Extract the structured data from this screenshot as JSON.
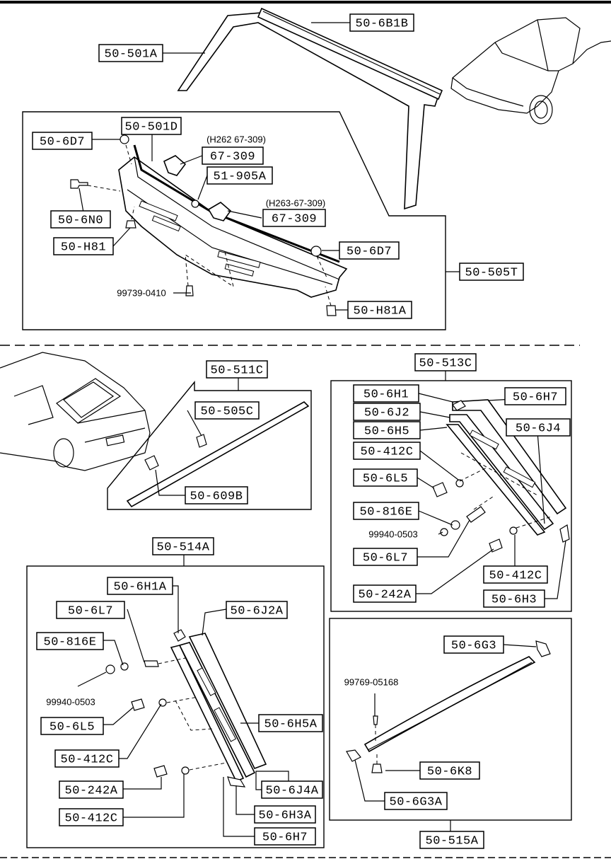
{
  "section_top": {
    "boxed_labels": {
      "l_50_6B1B": "50-6B1B",
      "l_50_501A": "50-501A",
      "l_50_501D": "50-501D",
      "l_50_6D7_a": "50-6D7",
      "l_67_309_a": "67-309",
      "l_51_905A": "51-905A",
      "l_67_309_b": "67-309",
      "l_50_6N0": "50-6N0",
      "l_50_H81": "50-H81",
      "l_50_6D7_b": "50-6D7",
      "l_50_505T": "50-505T",
      "l_50_H81A": "50-H81A"
    },
    "plain_labels": {
      "p_h262": "(H262 67-309)",
      "p_h263": "(H263-67-309)",
      "p_99739": "99739-0410"
    }
  },
  "section_511": {
    "boxed_labels": {
      "l_50_511C": "50-511C",
      "l_50_505C": "50-505C",
      "l_50_609B": "50-609B"
    }
  },
  "section_513": {
    "boxed_labels": {
      "l_50_513C": "50-513C",
      "l_50_6H1": "50-6H1",
      "l_50_6H7": "50-6H7",
      "l_50_6J2": "50-6J2",
      "l_50_6J4": "50-6J4",
      "l_50_6H5": "50-6H5",
      "l_50_412C_a": "50-412C",
      "l_50_6L5": "50-6L5",
      "l_50_816E": "50-816E",
      "l_50_6L7": "50-6L7",
      "l_50_412C_b": "50-412C",
      "l_50_242A": "50-242A",
      "l_50_6H3": "50-6H3"
    },
    "plain_labels": {
      "p_99940": "99940-0503"
    }
  },
  "section_514": {
    "boxed_labels": {
      "l_50_514A": "50-514A",
      "l_50_6H1A": "50-6H1A",
      "l_50_6L7": "50-6L7",
      "l_50_6J2A": "50-6J2A",
      "l_50_816E": "50-816E",
      "l_50_6L5": "50-6L5",
      "l_50_6H5A": "50-6H5A",
      "l_50_412C_a": "50-412C",
      "l_50_242A": "50-242A",
      "l_50_6J4A": "50-6J4A",
      "l_50_412C_b": "50-412C",
      "l_50_6H3A": "50-6H3A",
      "l_50_6H7": "50-6H7"
    },
    "plain_labels": {
      "p_99940": "99940-0503"
    }
  },
  "section_515": {
    "boxed_labels": {
      "l_50_6G3": "50-6G3",
      "l_50_6K8": "50-6K8",
      "l_50_6G3A": "50-6G3A",
      "l_50_515A": "50-515A"
    },
    "plain_labels": {
      "p_99769": "99769-05168"
    }
  }
}
